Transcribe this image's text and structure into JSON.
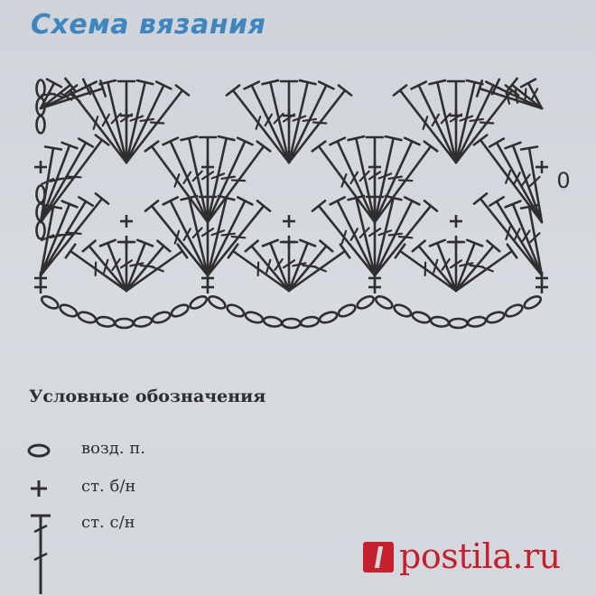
{
  "title": "Схема вязания",
  "legend": {
    "heading": "Условные обозначения",
    "items": [
      {
        "symbol": "chain-oval",
        "label": "возд. п."
      },
      {
        "symbol": "single-crochet-cross",
        "label": "ст. б/н"
      },
      {
        "symbol": "double-crochet-t",
        "label": "ст. с/н"
      },
      {
        "symbol": "long-slashed-stitch",
        "label": ""
      }
    ]
  },
  "chart": {
    "row_label": "0",
    "colors": {
      "ink": "#2f2f2f",
      "title": "#3f86bf"
    }
  },
  "watermark": {
    "text": "postila.ru",
    "color": "#c5202e"
  }
}
